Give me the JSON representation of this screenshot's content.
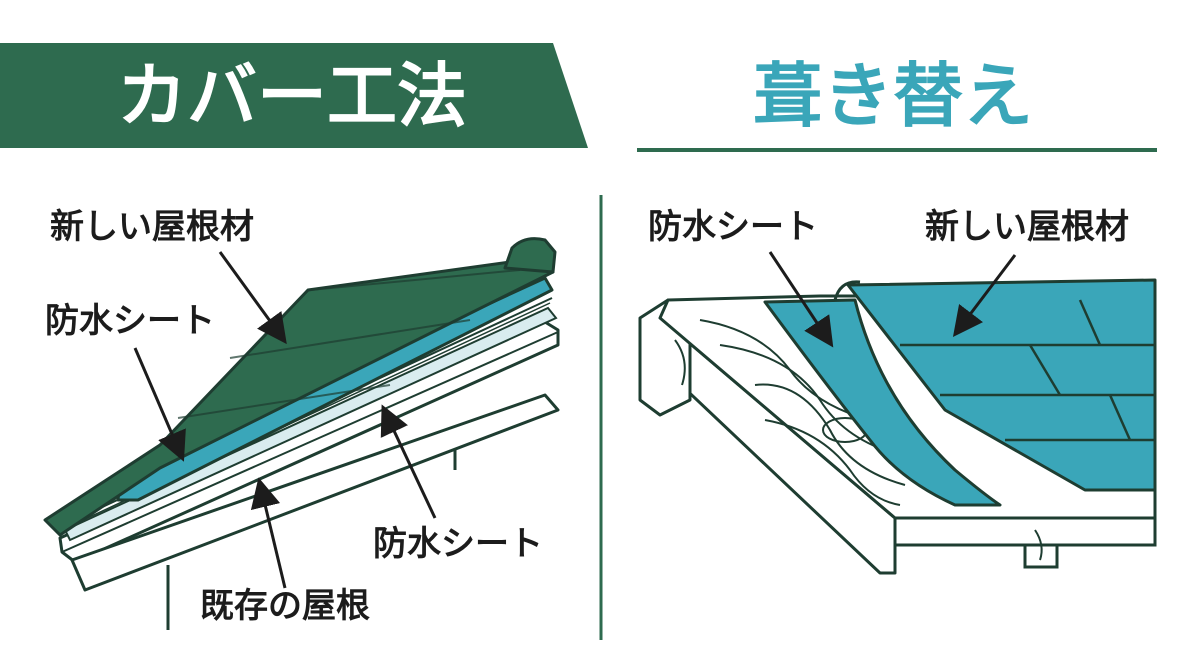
{
  "left_panel": {
    "title": "カバー工法",
    "labels": {
      "new_roof": "新しい屋根材",
      "waterproof_upper": "防水シート",
      "waterproof_lower": "防水シート",
      "existing_roof": "既存の屋根"
    }
  },
  "right_panel": {
    "title": "葺き替え",
    "labels": {
      "waterproof": "防水シート",
      "new_roof": "新しい屋根材"
    }
  },
  "colors": {
    "dark_green": "#2e6b4f",
    "teal": "#3aa6b9",
    "white": "#ffffff",
    "text": "#1c1c1c"
  }
}
